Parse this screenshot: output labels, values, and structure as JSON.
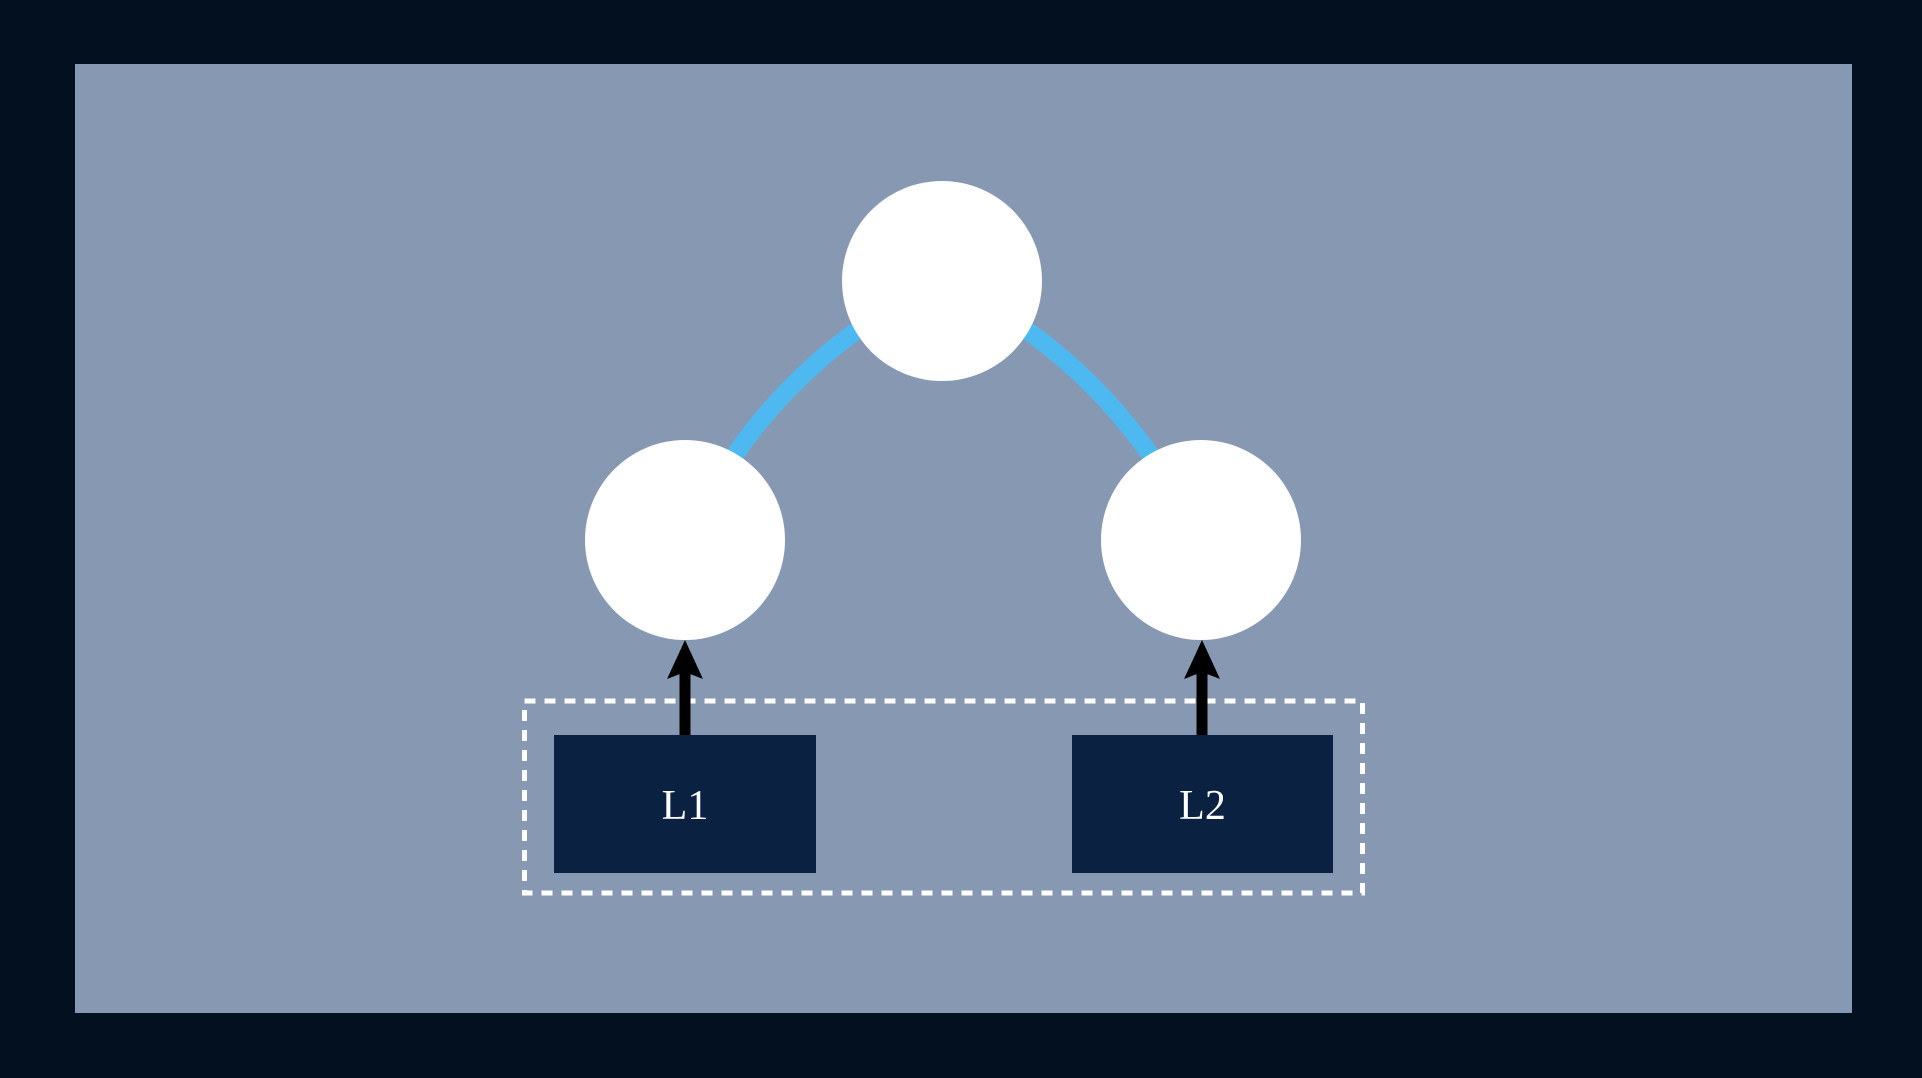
{
  "diagram": {
    "description": "Graph diagram slide: three unlabeled circular nodes connected by two curved edges; two labeled input boxes inside a dashed group border point arrows at the lower nodes",
    "boxes": [
      {
        "label": "L1"
      },
      {
        "label": "L2"
      }
    ],
    "colors": {
      "background": "#02101f",
      "panel": "#8799b2",
      "edge": "#4db9f0",
      "node_fill": "#ffffff",
      "box_fill": "#0a2142",
      "box_text": "#ffffff",
      "dashed_border": "#ffffff",
      "arrow": "#000000"
    }
  }
}
